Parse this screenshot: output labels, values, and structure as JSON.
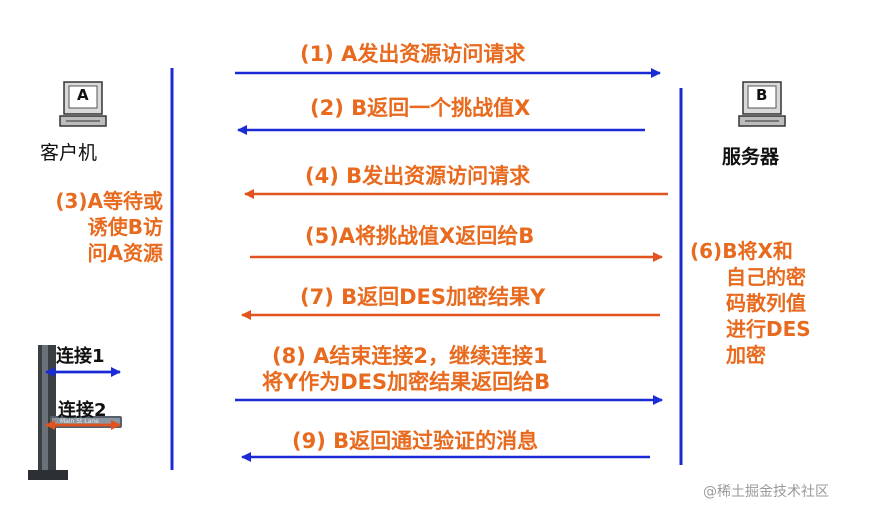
{
  "client": {
    "label": "客户机",
    "screen_letter": "A"
  },
  "server": {
    "label": "服务器",
    "screen_letter": "B"
  },
  "steps": [
    {
      "text": "(1) A发出资源访问请求",
      "color": "#1a2bd6"
    },
    {
      "text": "(2) B返回一个挑战值X",
      "color": "#1a2bd6"
    },
    {
      "text": "(4) B发出资源访问请求",
      "color": "#e2531f"
    },
    {
      "text": "(5)A将挑战值X返回给B",
      "color": "#e2531f"
    },
    {
      "text": "(7) B返回DES加密结果Y",
      "color": "#e2531f"
    },
    {
      "text": "(8) A结束连接2，继续连接1",
      "text2": "将Y作为DES加密结果返回给B",
      "color": "#1a2bd6"
    },
    {
      "text": "(9) B返回通过验证的消息",
      "color": "#1a2bd6"
    }
  ],
  "note_client": {
    "line1": "(3)A等待或",
    "line2": "诱使B访",
    "line3": "问A资源"
  },
  "note_server": {
    "line1": "(6)B将X和",
    "line2": "自己的密",
    "line3": "码散列值",
    "line4": "进行DES",
    "line5": "加密"
  },
  "connections": {
    "c1": "连接1",
    "c2": "连接2",
    "sign_text": "Main St Lane"
  },
  "watermark": "@稀土掘金技术社区",
  "colors": {
    "blue": "#1a2bd6",
    "orange": "#e2531f",
    "text_orange": "#e86a1e"
  }
}
